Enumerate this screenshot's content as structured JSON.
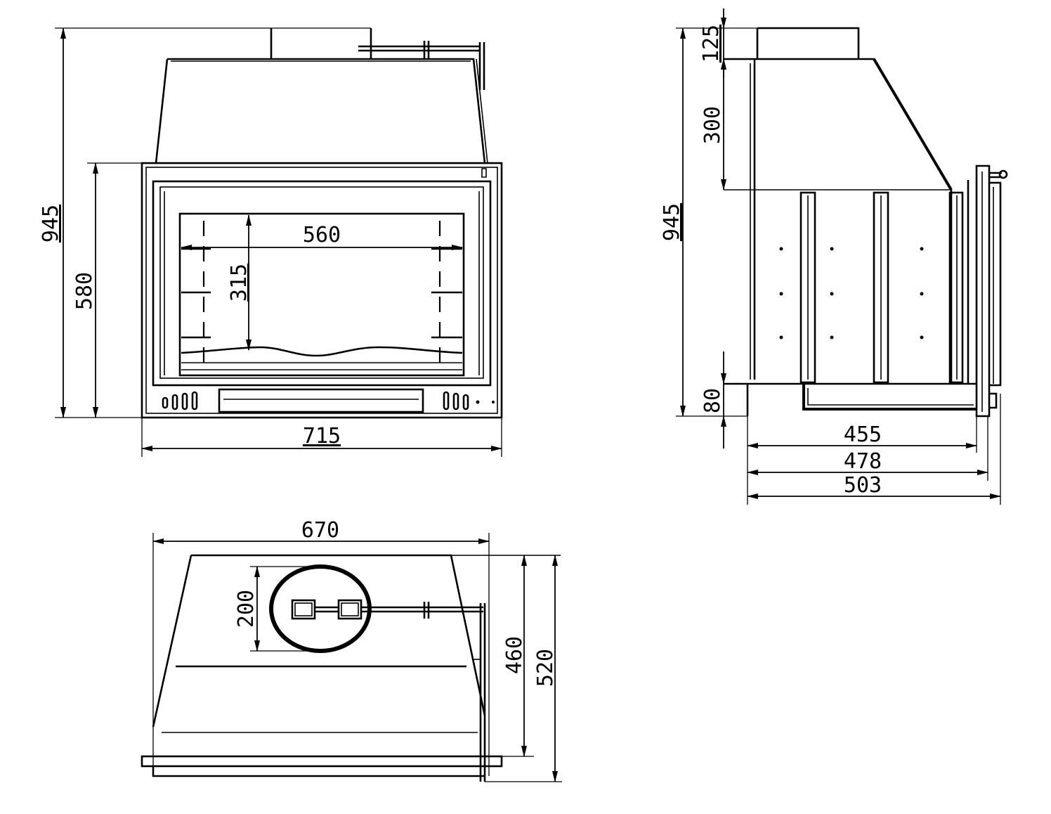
{
  "front_view": {
    "overall_height": "945",
    "body_height": "580",
    "overall_width": "715",
    "opening_width": "560",
    "opening_height": "315"
  },
  "side_view": {
    "overall_height": "945",
    "top_collar_height": "125",
    "hood_height": "300",
    "base_height": "80",
    "depth_1": "455",
    "depth_2": "478",
    "depth_3": "503"
  },
  "top_view": {
    "width": "670",
    "flue_diameter": "200",
    "depth_1": "460",
    "depth_2": "520"
  }
}
